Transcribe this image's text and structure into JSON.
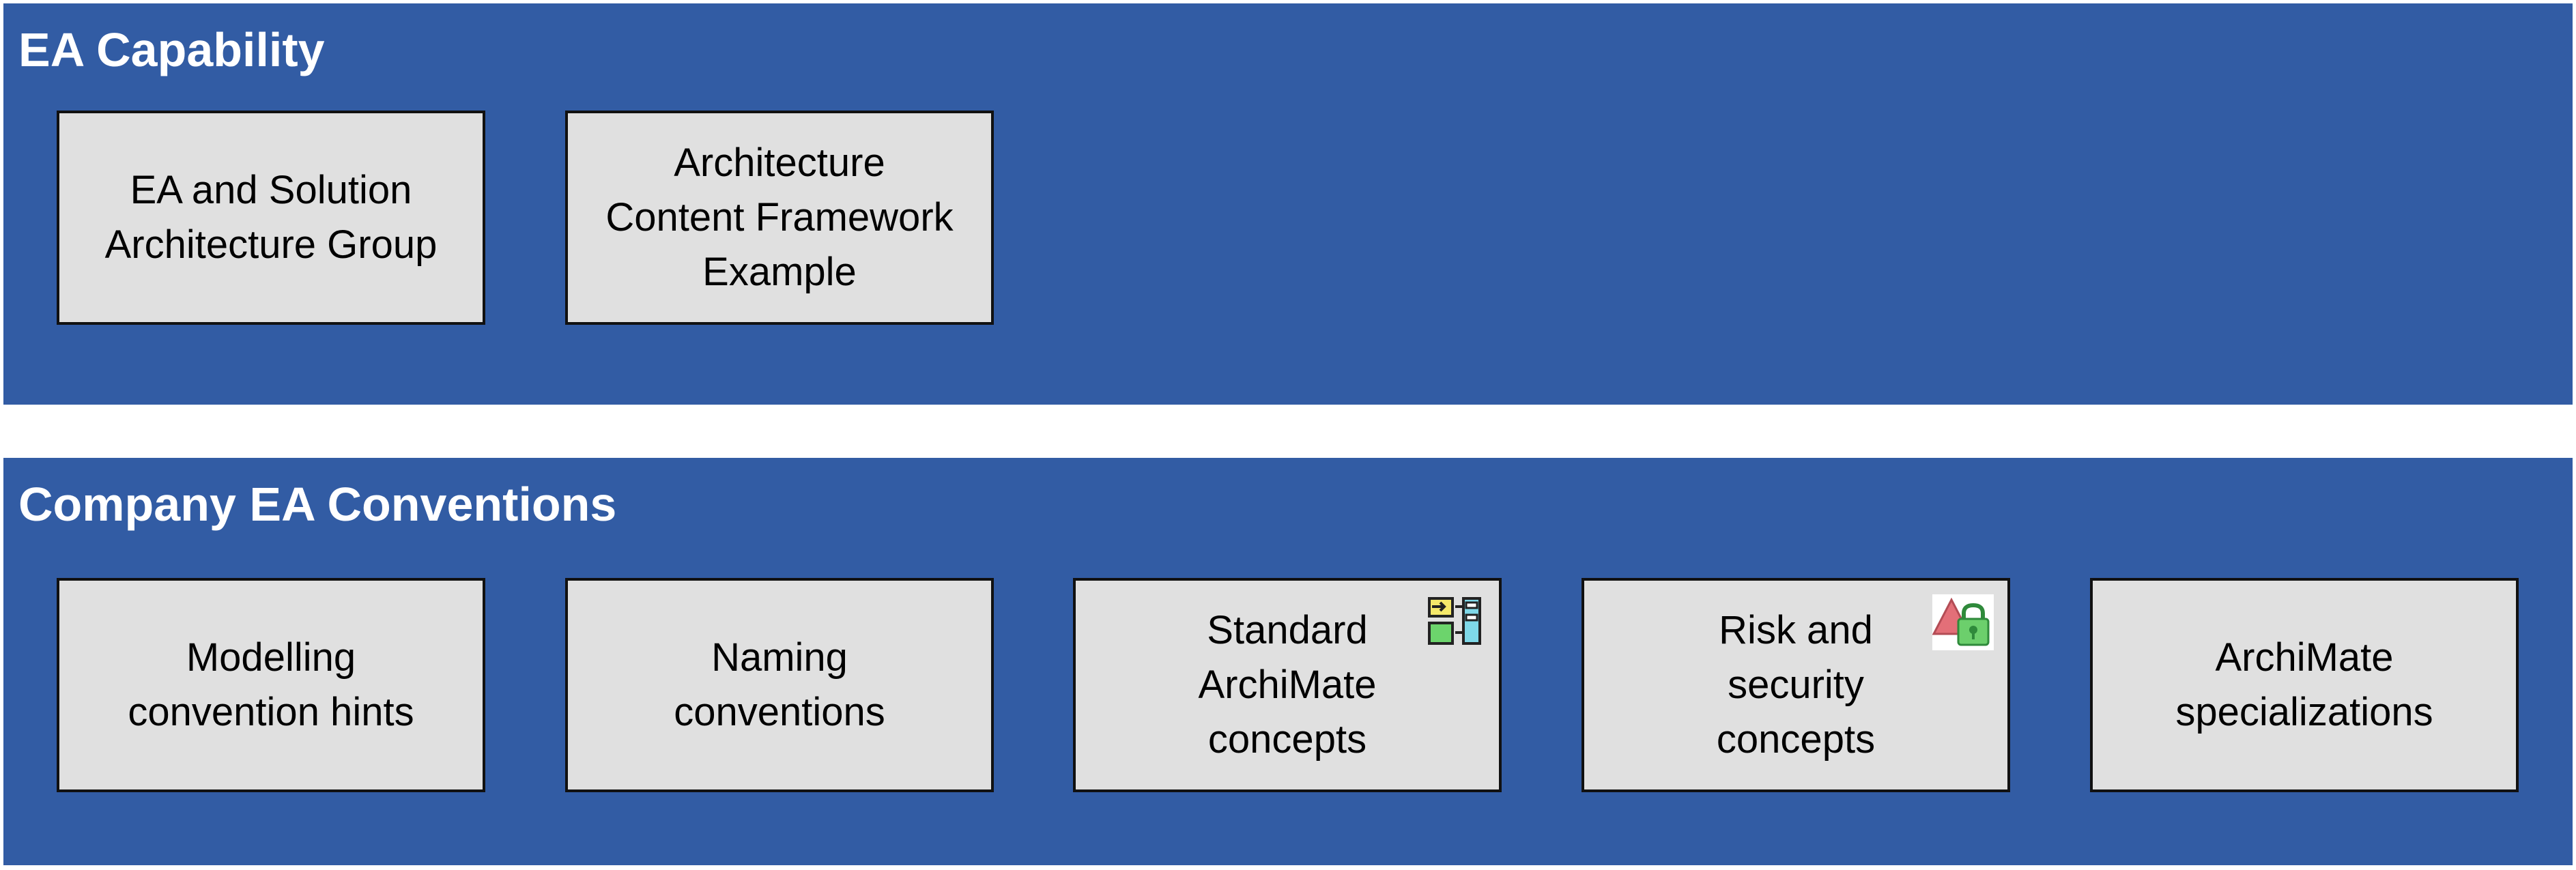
{
  "diagram": {
    "groups": [
      {
        "title": "EA Capability",
        "items": [
          {
            "label": "EA and Solution\nArchitecture Group"
          },
          {
            "label": "Architecture\nContent Framework\nExample"
          }
        ]
      },
      {
        "title": "Company EA Conventions",
        "items": [
          {
            "label": "Modelling\nconvention hints"
          },
          {
            "label": "Naming\nconventions"
          },
          {
            "label": "Standard\nArchiMate\nconcepts",
            "icon": "archimate-elements-icon"
          },
          {
            "label": "Risk and\nsecurity\nconcepts",
            "icon": "risk-security-icon"
          },
          {
            "label": "ArchiMate\nspecializations"
          }
        ]
      }
    ]
  },
  "colors": {
    "group_fill": "#325ca4",
    "box_fill": "#e0e0e0",
    "box_border": "#111111",
    "group_title": "#ffffff"
  }
}
